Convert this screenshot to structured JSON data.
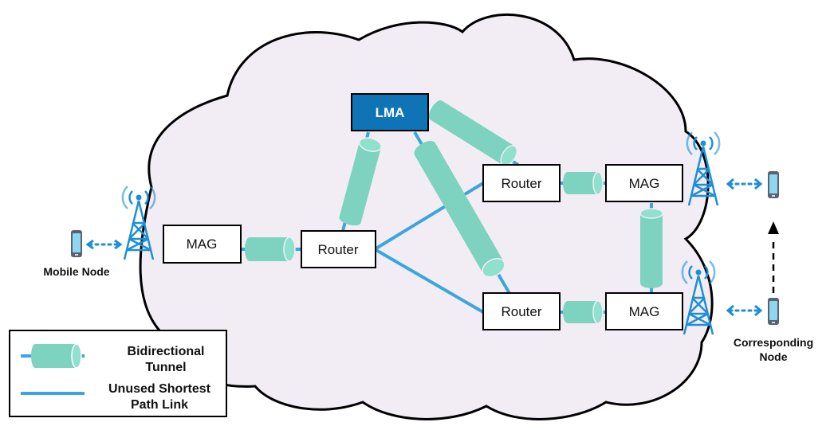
{
  "nodes": {
    "lma": "LMA",
    "router_center": "Router",
    "router_top": "Router",
    "router_bottom": "Router",
    "mag_left": "MAG",
    "mag_top_right": "MAG",
    "mag_bottom_right": "MAG"
  },
  "captions": {
    "mobile_node": "Mobile Node",
    "corresponding_node_line1": "Corresponding",
    "corresponding_node_line2": "Node"
  },
  "legend": {
    "tunnel_line1": "Bidirectional",
    "tunnel_line2": "Tunnel",
    "link_line1": "Unused Shortest",
    "link_line2": "Path Link"
  },
  "colors": {
    "cloud_fill": "#f2edf4",
    "tunnel": "#7dd3c0",
    "link": "#3aa6dd",
    "lma_fill": "#0e74b5",
    "tower": "#1e8fd6"
  }
}
